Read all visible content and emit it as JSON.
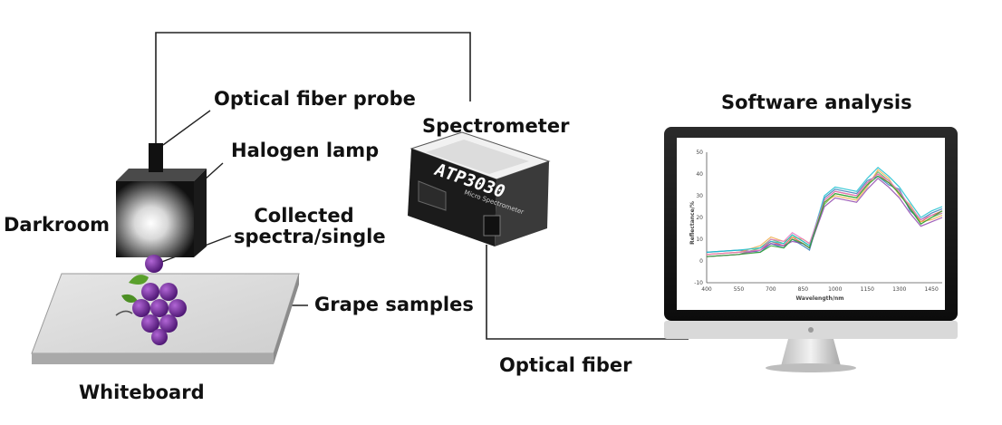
{
  "labels": {
    "optical_fiber_probe": "Optical fiber probe",
    "halogen_lamp": "Halogen lamp",
    "darkroom": "Darkroom",
    "collected_line1": "Collected",
    "collected_line2": "spectra/single",
    "grape_samples": "Grape samples",
    "whiteboard": "Whiteboard",
    "spectrometer": "Spectrometer",
    "software_analysis": "Software analysis",
    "optical_fiber": "Optical fiber"
  },
  "spectrometer_device": {
    "model": "ATP3030",
    "subtitle": "Micro Spectrometer"
  },
  "chart_data": {
    "type": "line",
    "xlabel": "Wavelength/nm",
    "ylabel": "Reflectance/%",
    "xlim": [
      400,
      1500
    ],
    "ylim": [
      -10,
      50
    ],
    "x_ticks": [
      "400",
      "550",
      "700",
      "850",
      "1000",
      "1150",
      "1300",
      "1450"
    ],
    "y_ticks": [
      "-10",
      "0",
      "10",
      "20",
      "30",
      "40",
      "50"
    ],
    "x": [
      400,
      550,
      650,
      700,
      760,
      800,
      850,
      880,
      950,
      1000,
      1050,
      1100,
      1150,
      1200,
      1250,
      1300,
      1350,
      1400,
      1450,
      1500
    ],
    "series": [
      {
        "color": "#d9534f",
        "values": [
          3,
          4,
          5,
          9,
          7,
          11,
          8,
          6,
          28,
          32,
          31,
          30,
          36,
          40,
          36,
          32,
          24,
          18,
          21,
          23
        ]
      },
      {
        "color": "#5cb85c",
        "values": [
          2,
          3,
          6,
          10,
          8,
          12,
          9,
          7,
          26,
          31,
          30,
          29,
          35,
          41,
          37,
          31,
          25,
          17,
          20,
          22
        ]
      },
      {
        "color": "#337ab7",
        "values": [
          4,
          5,
          4,
          8,
          6,
          10,
          7,
          5,
          29,
          33,
          32,
          31,
          37,
          39,
          35,
          33,
          23,
          19,
          22,
          24
        ]
      },
      {
        "color": "#f0ad4e",
        "values": [
          3,
          4,
          7,
          11,
          9,
          11,
          10,
          8,
          27,
          30,
          29,
          28,
          34,
          42,
          38,
          30,
          26,
          18,
          19,
          21
        ]
      },
      {
        "color": "#8e44ad",
        "values": [
          2,
          3,
          5,
          8,
          7,
          9,
          8,
          6,
          25,
          29,
          28,
          27,
          33,
          38,
          34,
          29,
          22,
          16,
          18,
          20
        ]
      },
      {
        "color": "#17becf",
        "values": [
          4,
          5,
          6,
          9,
          8,
          12,
          9,
          7,
          30,
          34,
          33,
          32,
          38,
          43,
          39,
          34,
          27,
          20,
          23,
          25
        ]
      },
      {
        "color": "#e377c2",
        "values": [
          3,
          4,
          5,
          10,
          9,
          13,
          10,
          8,
          28,
          32,
          31,
          30,
          36,
          40,
          37,
          32,
          25,
          19,
          21,
          22
        ]
      },
      {
        "color": "#2ca02c",
        "values": [
          2,
          3,
          4,
          7,
          6,
          10,
          8,
          6,
          27,
          31,
          30,
          29,
          35,
          39,
          36,
          31,
          24,
          17,
          20,
          23
        ]
      }
    ]
  }
}
